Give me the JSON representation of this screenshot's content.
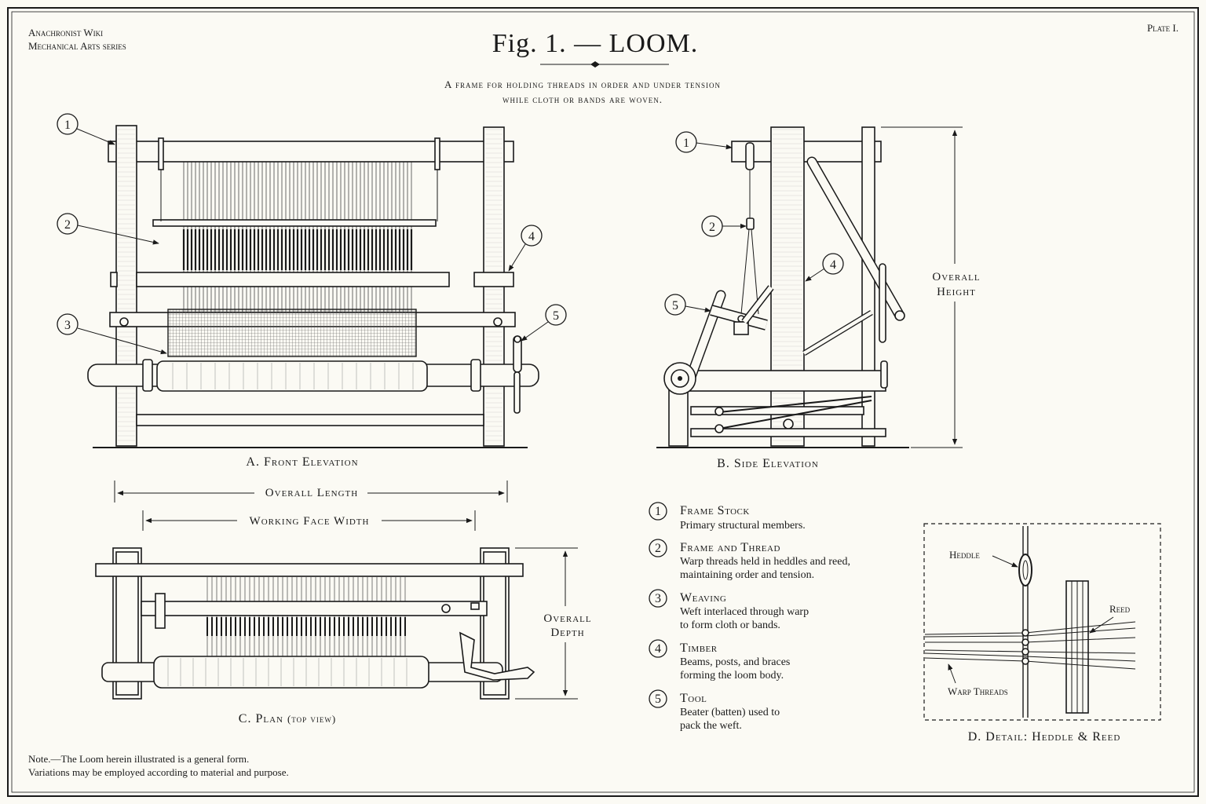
{
  "header": {
    "series_line1": "Anachronist Wiki",
    "series_line2": "Mechanical Arts series",
    "plate": "Plate I.",
    "title": "Fig. 1. — LOOM.",
    "subtitle_line1": "A frame for holding threads in order and under tension",
    "subtitle_line2": "while cloth or bands are woven."
  },
  "views": {
    "front": "A.  Front Elevation",
    "side": "B.  Side Elevation",
    "plan_main": "C.  Plan",
    "plan_sub": "(top view)",
    "detail": "D.  Detail: Heddle & Reed"
  },
  "dimensions": {
    "overall_length": "Overall Length",
    "working_face_width": "Working Face Width",
    "overall_height_1": "Overall",
    "overall_height_2": "Height",
    "overall_depth_1": "Overall",
    "overall_depth_2": "Depth"
  },
  "callout_numbers": [
    "1",
    "2",
    "3",
    "4",
    "5"
  ],
  "legend": [
    {
      "num": "1",
      "title": "Frame Stock",
      "desc1": "Primary structural members.",
      "desc2": ""
    },
    {
      "num": "2",
      "title": "Frame and Thread",
      "desc1": "Warp threads held in heddles and reed,",
      "desc2": "maintaining order and tension."
    },
    {
      "num": "3",
      "title": "Weaving",
      "desc1": "Weft interlaced through warp",
      "desc2": "to form cloth or bands."
    },
    {
      "num": "4",
      "title": "Timber",
      "desc1": "Beams, posts, and braces",
      "desc2": "forming the loom body."
    },
    {
      "num": "5",
      "title": "Tool",
      "desc1": "Beater (batten) used to",
      "desc2": "pack the weft."
    }
  ],
  "detail_labels": {
    "heddle": "Heddle",
    "reed": "Reed",
    "warp_threads": "Warp Threads"
  },
  "note": {
    "line1": "Note.—The Loom herein illustrated is a general form.",
    "line2": "Variations may be employed according to material and purpose."
  },
  "colors": {
    "paper": "#fbfaf4",
    "ink": "#1a1a1a"
  }
}
